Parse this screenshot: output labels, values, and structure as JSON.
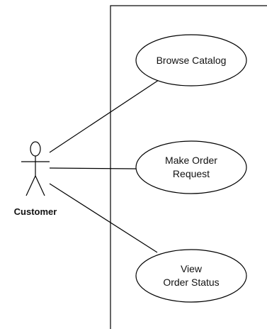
{
  "actor": {
    "label": "Customer"
  },
  "use_cases": [
    {
      "id": "browse",
      "label_lines": [
        "Browse Catalog"
      ]
    },
    {
      "id": "order",
      "label_lines": [
        "Make Order",
        "Request"
      ]
    },
    {
      "id": "status",
      "label_lines": [
        "View",
        "Order Status"
      ]
    }
  ],
  "colors": {
    "stroke": "#000000",
    "text": "#111111",
    "background": "#ffffff"
  }
}
